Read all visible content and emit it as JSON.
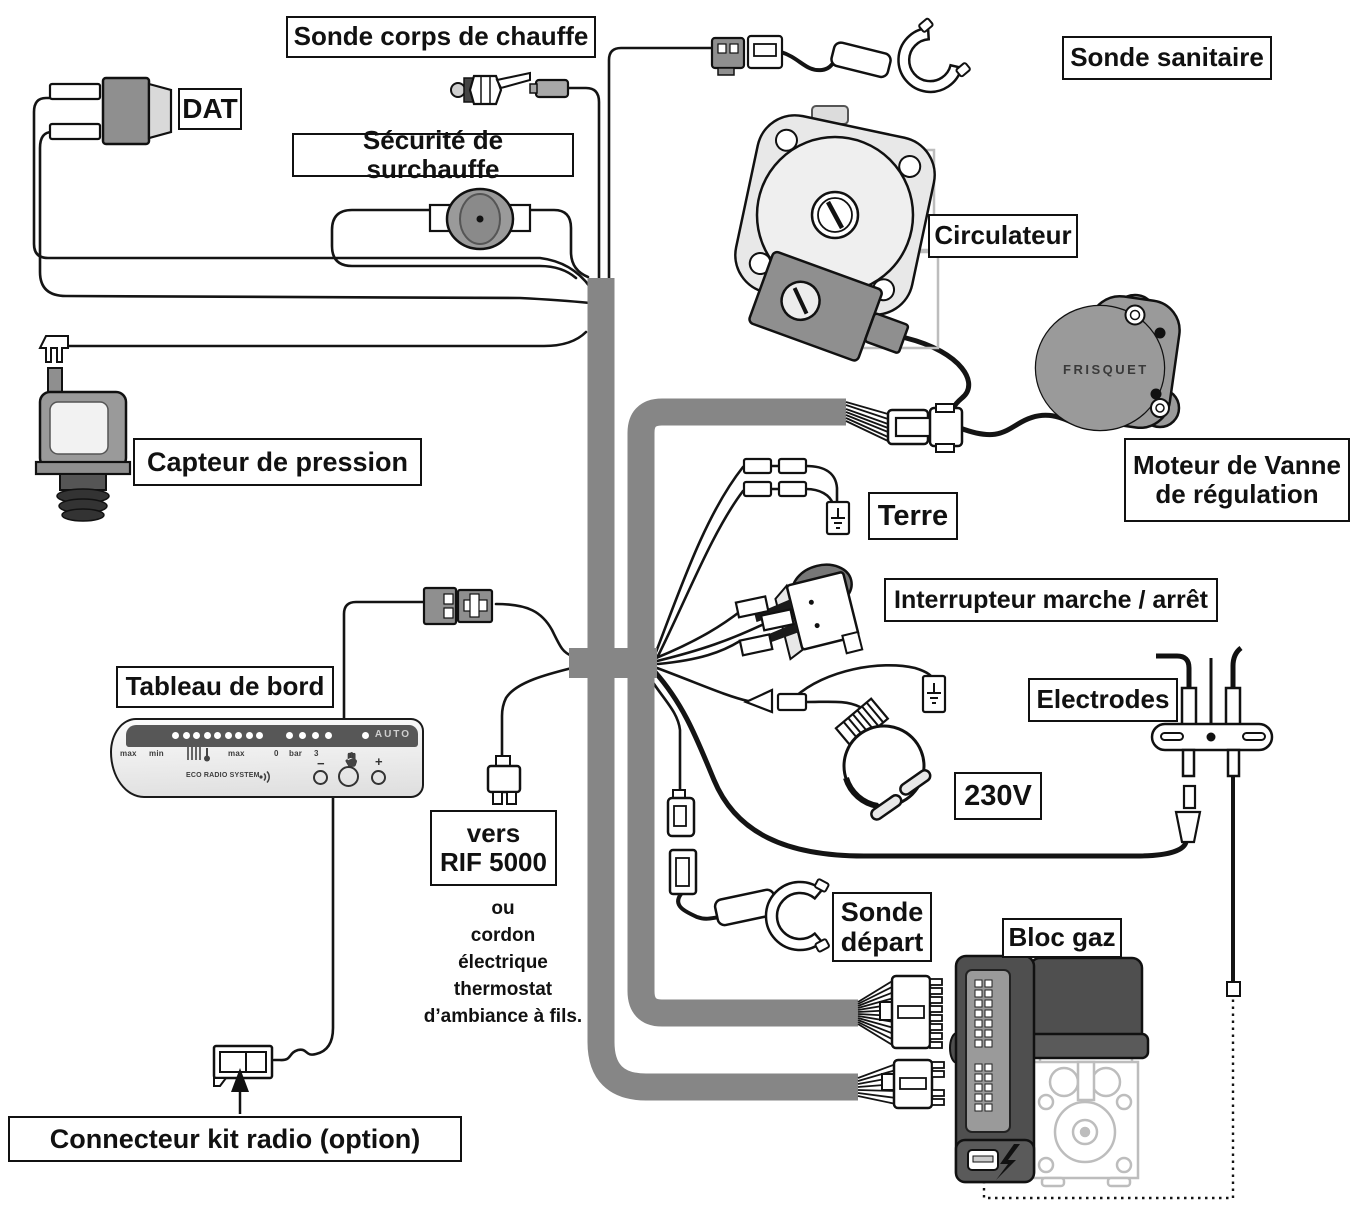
{
  "labels": {
    "sonde_corps": "Sonde corps de chauffe",
    "dat": "DAT",
    "securite": "Sécurité de surchauffe",
    "sonde_sanitaire": "Sonde sanitaire",
    "circulateur": "Circulateur",
    "capteur_pression": "Capteur de pression",
    "moteur_vanne_l1": "Moteur de Vanne",
    "moteur_vanne_l2": "de régulation",
    "terre": "Terre",
    "interrupteur": "Interrupteur marche / arrêt",
    "tableau_de_bord": "Tableau de bord",
    "electrodes": "Electrodes",
    "v230": "230V",
    "rif_l1": "vers",
    "rif_l2": "RIF 5000",
    "sonde_depart_l1": "Sonde",
    "sonde_depart_l2": "départ",
    "bloc_gaz": "Bloc gaz",
    "kit_radio": "Connecteur kit radio (option)"
  },
  "note": {
    "l1": "ou",
    "l2": "cordon",
    "l3": "électrique",
    "l4": "thermostat",
    "l5": "d’ambiance à fils."
  },
  "panel": {
    "max_left": "max",
    "min": "min",
    "max_mid": "max",
    "scale_zero": "0",
    "scale_bar": "bar",
    "scale_three": "3",
    "eco": "ECO RADIO SYSTEM",
    "auto": "AUTO",
    "minus": "−",
    "plus": "+",
    "leds": {
      "temp": 9,
      "bar": 4
    }
  },
  "motor": {
    "brand": "FRISQUET"
  },
  "colors": {
    "trunk_gray": "#868686",
    "component_gray": "#9a9a9a",
    "dark_body": "#4f4f4f",
    "panel_strip": "#575757",
    "ghost_gray": "#bdbdbd",
    "wire_black": "#141414"
  }
}
